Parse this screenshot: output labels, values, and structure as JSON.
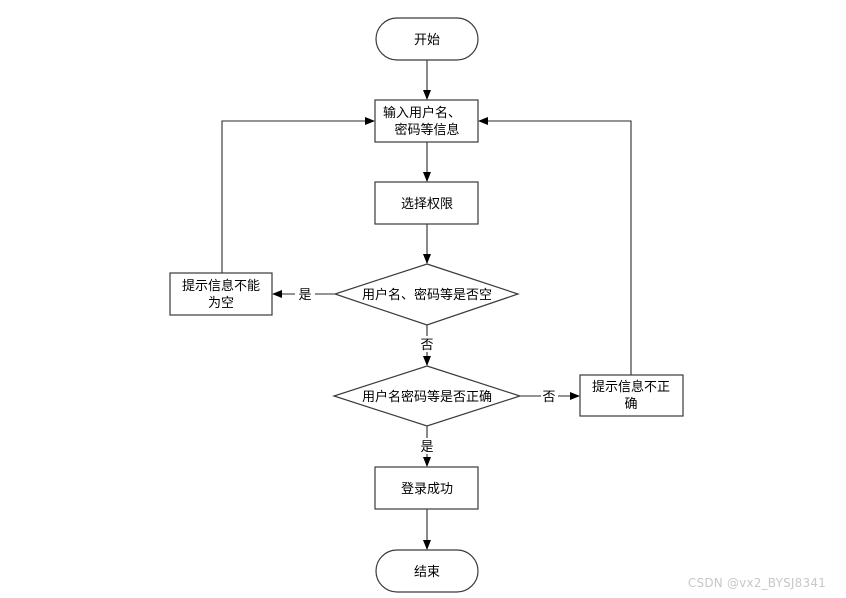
{
  "diagram": {
    "type": "flowchart",
    "nodes": {
      "start": {
        "kind": "terminal",
        "lines": [
          "开始"
        ]
      },
      "input": {
        "kind": "process",
        "lines": [
          "输入用户名、",
          "密码等信息"
        ]
      },
      "select_role": {
        "kind": "process",
        "lines": [
          "选择权限"
        ]
      },
      "check_empty": {
        "kind": "decision",
        "lines": [
          "用户名、密码等是否空"
        ]
      },
      "empty_tip": {
        "kind": "process",
        "lines": [
          "提示信息不能",
          "为空"
        ]
      },
      "check_correct": {
        "kind": "decision",
        "lines": [
          "用户名密码等是否正确"
        ]
      },
      "wrong_tip": {
        "kind": "process",
        "lines": [
          "提示信息不正",
          "确"
        ]
      },
      "success": {
        "kind": "process",
        "lines": [
          "登录成功"
        ]
      },
      "end": {
        "kind": "terminal",
        "lines": [
          "结束"
        ]
      }
    },
    "edges": [
      {
        "from": "start",
        "to": "input",
        "label": ""
      },
      {
        "from": "input",
        "to": "select_role",
        "label": ""
      },
      {
        "from": "select_role",
        "to": "check_empty",
        "label": ""
      },
      {
        "from": "check_empty",
        "to": "empty_tip",
        "label": "是"
      },
      {
        "from": "check_empty",
        "to": "check_correct",
        "label": "否"
      },
      {
        "from": "empty_tip",
        "to": "input",
        "label": ""
      },
      {
        "from": "check_correct",
        "to": "wrong_tip",
        "label": "否"
      },
      {
        "from": "check_correct",
        "to": "success",
        "label": "是"
      },
      {
        "from": "wrong_tip",
        "to": "input",
        "label": ""
      },
      {
        "from": "success",
        "to": "end",
        "label": ""
      }
    ],
    "labels": {
      "yes_empty": "是",
      "no_empty": "否",
      "no_correct": "否",
      "yes_correct": "是"
    }
  },
  "watermark": "CSDN @vx2_BYSJ8341"
}
